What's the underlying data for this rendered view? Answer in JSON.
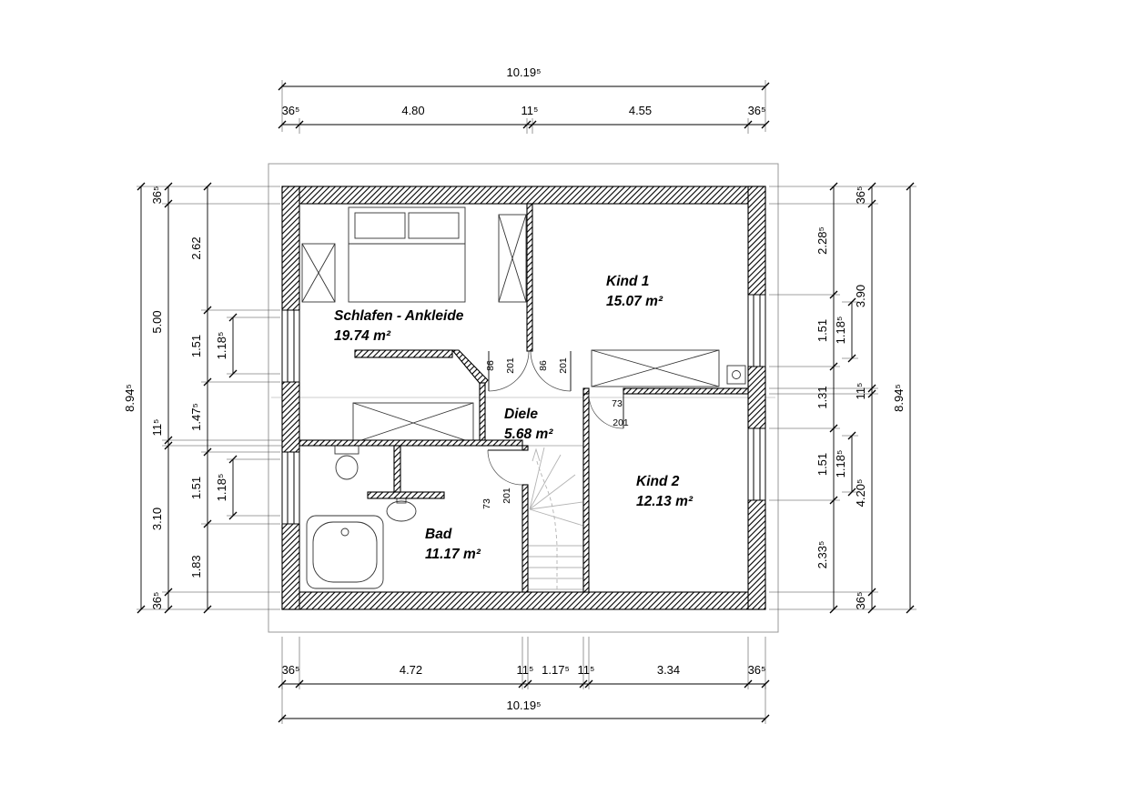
{
  "drawing": {
    "rooms": {
      "schlafen": {
        "name": "Schlafen - Ankleide",
        "area": "19.74 m²"
      },
      "kind1": {
        "name": "Kind 1",
        "area": "15.07 m²"
      },
      "diele": {
        "name": "Diele",
        "area": "5.68 m²"
      },
      "kind2": {
        "name": "Kind 2",
        "area": "12.13 m²"
      },
      "bad": {
        "name": "Bad",
        "area": "11.17 m²"
      }
    },
    "doors": {
      "schlafen": {
        "width": "86",
        "height": "201"
      },
      "kind1": {
        "width": "86",
        "height": "201"
      },
      "kind2": {
        "width": "73",
        "height": "201"
      },
      "bad": {
        "width": "73",
        "height": "201"
      }
    },
    "dimensions": {
      "top": {
        "total": "10.19⁵",
        "chain": [
          "36⁵",
          "4.80",
          "11⁵",
          "4.55",
          "36⁵"
        ]
      },
      "bottom": {
        "total": "10.19⁵",
        "chain": [
          "36⁵",
          "4.72",
          "11⁵",
          "1.17⁵",
          "11⁵",
          "3.34",
          "36⁵"
        ]
      },
      "left": {
        "total": "8.94⁵",
        "wall_chain": [
          "36⁵",
          "5.00",
          "11⁵",
          "3.10",
          "36⁵"
        ],
        "room_chain": [
          "2.62",
          "1.51",
          "1.47⁵",
          "1.51",
          "1.83"
        ],
        "window_chain": [
          "1.18⁵",
          "1.18⁵"
        ]
      },
      "right": {
        "total": "8.94⁵",
        "wall_chain": [
          "36⁵",
          "3.90",
          "11⁵",
          "4.20⁵",
          "36⁵"
        ],
        "room_chain": [
          "2.28⁵",
          "1.51",
          "1.31",
          "1.51",
          "2.33⁵"
        ],
        "window_chain": [
          "1.18⁵",
          "1.18⁵"
        ]
      }
    }
  }
}
